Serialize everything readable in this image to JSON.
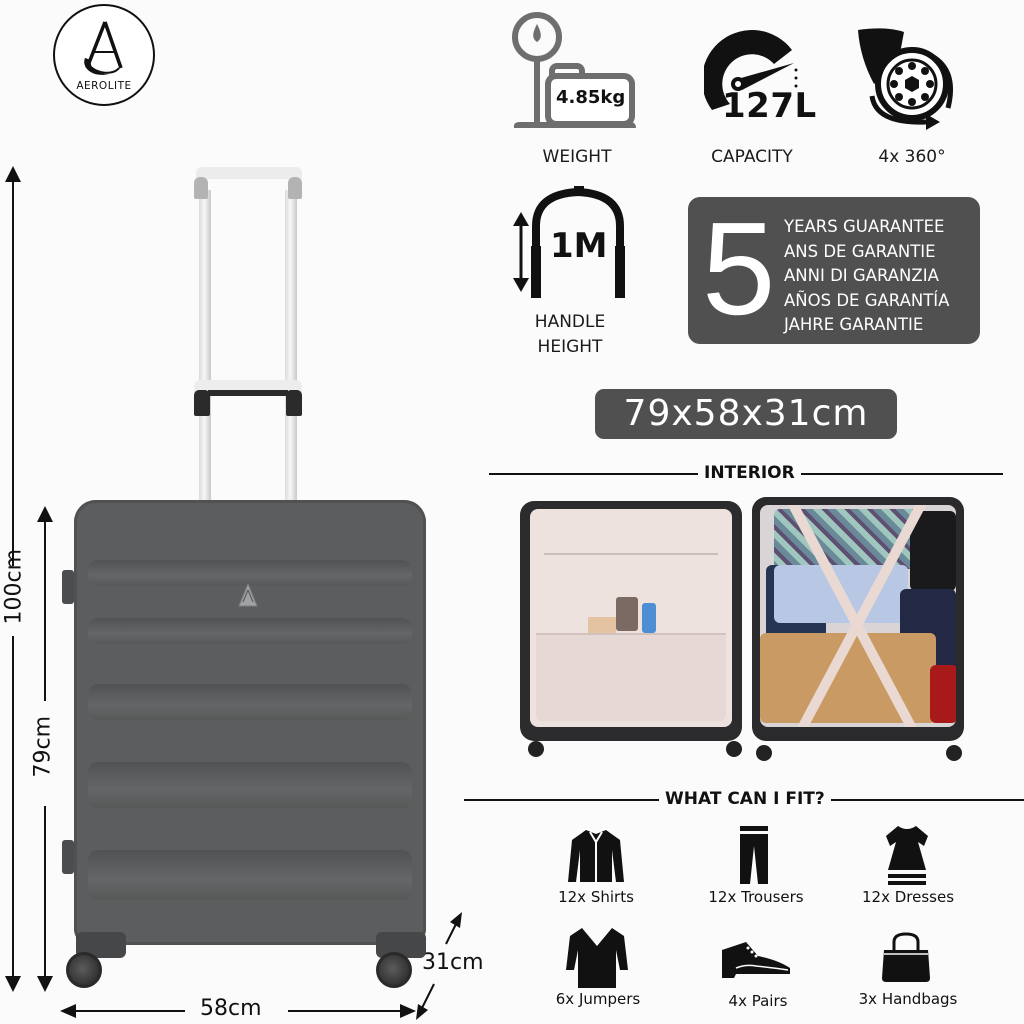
{
  "brand": {
    "name": "AEROLITE"
  },
  "dimensions": {
    "total_height": "100cm",
    "case_height": "79cm",
    "width": "58cm",
    "depth": "31cm"
  },
  "features": [
    {
      "id": "weight",
      "value": "4.85kg",
      "label": "WEIGHT",
      "icon": "scale-suitcase-icon"
    },
    {
      "id": "capacity",
      "value": "127L",
      "label": "CAPACITY",
      "icon": "gauge-icon"
    },
    {
      "id": "wheels",
      "value": "",
      "label": "4x 360°",
      "icon": "spinner-wheel-icon"
    },
    {
      "id": "handle",
      "value": "1M",
      "label": "HANDLE",
      "label2": "HEIGHT",
      "icon": "telescopic-handle-icon"
    }
  ],
  "guarantee": {
    "number": "5",
    "lines": [
      "YEARS GUARANTEE",
      "ANS DE GARANTIE",
      "ANNI DI GARANZIA",
      "AÑOS DE GARANTÍA",
      "JAHRE GARANTIE"
    ]
  },
  "size_badge": "79x58x31cm",
  "sections": {
    "interior": "INTERIOR",
    "fit": "WHAT CAN I FIT?"
  },
  "fit_items": [
    {
      "label": "12x Shirts",
      "icon": "shirt-icon"
    },
    {
      "label": "12x Trousers",
      "icon": "trousers-icon"
    },
    {
      "label": "12x Dresses",
      "icon": "dress-icon"
    },
    {
      "label": "6x Jumpers",
      "icon": "jumper-icon"
    },
    {
      "label": "4x Pairs",
      "icon": "shoe-icon"
    },
    {
      "label": "3x Handbags",
      "icon": "handbag-icon"
    }
  ],
  "colors": {
    "case": "#5b5d5e",
    "badge": "#505050",
    "text": "#111111",
    "background": "#fbfbfb",
    "lining": "#eee2de"
  }
}
